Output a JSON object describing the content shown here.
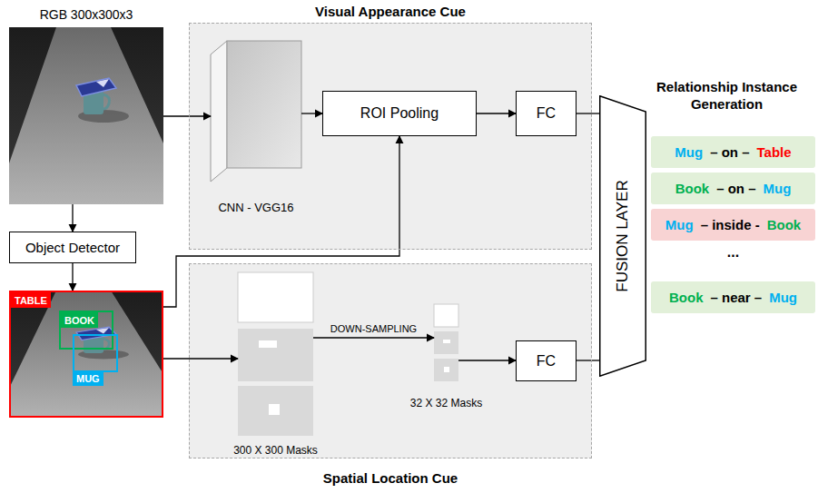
{
  "diagram": {
    "nodes": [
      {
        "text": [
          "RGB 300x300x3"
        ]
      },
      {
        "text": [
          "Visual Appearance Cue"
        ]
      },
      {
        "text": [
          "CNN - VGG16"
        ],
        "in": 1
      },
      {
        "text": [
          "ROI Pooling"
        ],
        "in": 1
      },
      {
        "text": [
          "FC"
        ],
        "in": 1
      },
      {
        "text": [
          "Object Detector"
        ]
      },
      {
        "text": [
          "TABLE"
        ]
      },
      {
        "text": [
          "BOOK"
        ],
        "in": 6
      },
      {
        "text": [
          "MUG"
        ],
        "in": 6
      },
      {
        "text": [
          "Spatial Location Cue"
        ]
      },
      {
        "text": [
          "300 X 300 Masks"
        ],
        "in": 9
      },
      {
        "text": [
          "32 X 32 Masks"
        ],
        "in": 9
      },
      {
        "text": [
          "FC"
        ],
        "in": 9
      },
      {
        "text": [
          "FUSION LAYER"
        ]
      },
      {
        "text": [
          "Mug",
          "– on –",
          "Table"
        ]
      },
      {
        "text": [
          "Book",
          "– on –",
          "Mug"
        ]
      },
      {
        "text": [
          "Mug",
          "– inside -",
          "Book"
        ]
      },
      {
        "text": [
          "Book",
          "– near –",
          "Mug"
        ]
      }
    ],
    "edges": [
      {
        "from": 0,
        "to": 2,
        "arrow": "to"
      },
      {
        "from": 0,
        "to": 5,
        "arrow": "to"
      },
      {
        "from": 5,
        "to": 6,
        "arrow": "to"
      },
      {
        "from": 2,
        "to": 3,
        "arrow": "to"
      },
      {
        "from": 3,
        "to": 4,
        "arrow": "to"
      },
      {
        "from": 4,
        "to": 13,
        "arrow": "none"
      },
      {
        "from": 6,
        "to": 3,
        "arrow": "to"
      },
      {
        "from": 6,
        "to": 10,
        "arrow": "to"
      },
      {
        "from": 10,
        "to": 11,
        "arrow": "to",
        "label": "DOWN-SAMPLING"
      },
      {
        "from": 11,
        "to": 12,
        "arrow": "to"
      },
      {
        "from": 12,
        "to": 13,
        "arrow": "none"
      }
    ],
    "labels": [
      "Relationship Instance Generation",
      "..."
    ]
  }
}
